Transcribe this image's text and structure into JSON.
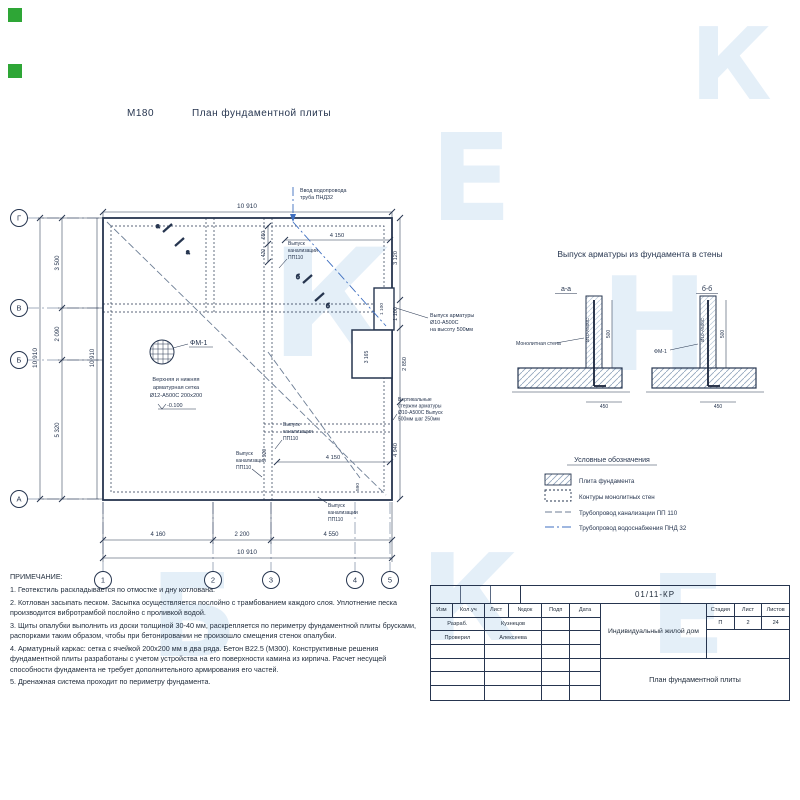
{
  "header": {
    "scale": "М180",
    "title": "План фундаментной плиты"
  },
  "watermark": {
    "glyphs": [
      "К",
      "Е",
      "Н",
      "Б",
      "К",
      "Е",
      "К"
    ]
  },
  "plan": {
    "axes": {
      "rows": [
        "Г",
        "В",
        "Б",
        "А"
      ],
      "cols": [
        "1",
        "2",
        "3",
        "4",
        "5"
      ]
    },
    "dims": {
      "top_overall": "10 910",
      "top_inner": "4 150",
      "t650": "650",
      "t420": "420",
      "left_overall": "10 910",
      "left_inner_overall": "10 910",
      "l1": "3 500",
      "l2": "2 090",
      "l3": "5 320",
      "b1": "4 160",
      "b2": "2 200",
      "b3": "4 550",
      "bottom_overall": "10 910",
      "r1": "3 120",
      "r2": "1 100",
      "r3": "2 850",
      "r4": "4 940",
      "notch": "1 100",
      "inner_a": "3 165",
      "inner_b": "4 150",
      "inner_c": "920",
      "inner_d": "590"
    },
    "labels": {
      "fm1": "ФМ-1",
      "mesh": [
        "Верхняя и нижняя",
        "арматурная сетка",
        "Ø12-А500С 200х200"
      ],
      "elevation": "-0.100",
      "sewer": [
        "Выпуск",
        "канализации",
        "ПП110"
      ],
      "water": [
        "Ввод водопровода",
        "труба ПНД32"
      ],
      "rebar_out": [
        "Выпуск арматуры",
        "Ø10-А500С",
        "на высоту 500мм"
      ],
      "vbars": [
        "Вертикальные",
        "стержни арматуры",
        "Ø10-А500С Выпуск",
        "500мм шаг 250мм"
      ],
      "sec_a": "а",
      "sec_b": "б"
    }
  },
  "details": {
    "title": "Выпуск арматуры из фундамента в стены",
    "a": "а-а",
    "b": "б-б",
    "wall": "Монолитная стена",
    "fm1": "ФМ-1",
    "rebar": "Ø10-А500С",
    "dim450": "450",
    "dim500": "500"
  },
  "legend": {
    "title": "Условные обозначения",
    "items": [
      "Плита фундамента",
      "Контуры монолитных стен",
      "Трубопровод канализации ПП 110",
      "Трубопровод водоснабжения ПНД 32"
    ]
  },
  "notes": {
    "title": "ПРИМЕЧАНИЕ:",
    "items": [
      "1. Геотекстиль раскладывается по отмостке и дну котлована.",
      "2. Котлован засыпать песком. Засыпка осуществляется послойно с трамбованием каждого слоя. Уплотнение песка производится вибротрамбой послойно с проливкой водой.",
      "3. Щиты опалубки выполнить из доски толщиной 30-40 мм, раскрепляется по периметру фундаментной плиты брусками, распорками таким образом, чтобы при бетонировании не произошло смещения стенок опалубки.",
      "4. Арматурный каркас: сетка с ячейкой 200х200 мм в два ряда. Бетон B22.5 (М300). Конструктивные решения фундаментной плиты разработаны с учетом устройства на его поверхности камина из кирпича. Расчет несущей способности фундамента не требует дополнительного армирования его частей.",
      "5. Дренажная система проходит по периметру фундамента."
    ]
  },
  "titleblock": {
    "doc_number": "01/11-КР",
    "headers": [
      "Изм",
      "Кол.уч",
      "Лист",
      "№док",
      "Подп",
      "Дата"
    ],
    "rows": [
      {
        "role": "Разраб.",
        "name": "Кузнецов"
      },
      {
        "role": "Проверил",
        "name": "Алексеева"
      }
    ],
    "project": "Индивидуальный жилой дом",
    "stage_headers": [
      "Стадия",
      "Лист",
      "Листов"
    ],
    "stage_values": [
      "П",
      "2",
      "24"
    ],
    "drawing_title": "План фундаментной плиты"
  }
}
